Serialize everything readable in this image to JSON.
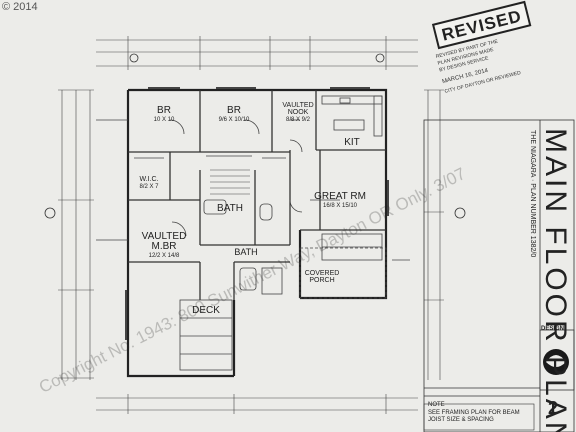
{
  "copyright_year": "© 2014",
  "watermark": "Copyright No. 1943: 800 Sunwither Way, Dayton OR Only. 3/07",
  "stamp": {
    "title": "REVISED",
    "lines": [
      "REVISED BY PART OF THE",
      "PLAN REVISIONS MADE",
      "BY DESIGN SERVICE",
      "MARCH 16, 2014",
      "CITY OF DAYTON OR REVIEWED"
    ]
  },
  "rooms": {
    "br_left": {
      "label": "BR",
      "dims": "10 X 10"
    },
    "br_right": {
      "label": "BR",
      "dims": "9/6 X 10/10"
    },
    "nook": {
      "label": "VAULTED NOOK",
      "dims": "8/8 X 9/2"
    },
    "kit": {
      "label": "KIT"
    },
    "wic": {
      "label": "W.I.C.",
      "dims": "8/2 X 7"
    },
    "bath": {
      "label": "BATH"
    },
    "great_rm": {
      "label": "GREAT RM",
      "dims": "16/8 X 15/10"
    },
    "master": {
      "label": "VAULTED M.BR",
      "dims": "12/2 X 14/8"
    },
    "porch": {
      "label": "COVERED PORCH"
    },
    "deck": {
      "label": "DECK"
    },
    "bath2": {
      "label": "BATH"
    }
  },
  "title_block": {
    "sheet_title": "MAIN FLOOR PLAN",
    "plan_name": "THE NIAGARA · PLAN NUMBER 1382/0",
    "firm": "DESIGN"
  },
  "note": {
    "heading": "NOTE",
    "lines": [
      "SEE FRAMING PLAN FOR BEAM",
      "JOIST SIZE & SPACING"
    ]
  },
  "sheet_number": "2"
}
